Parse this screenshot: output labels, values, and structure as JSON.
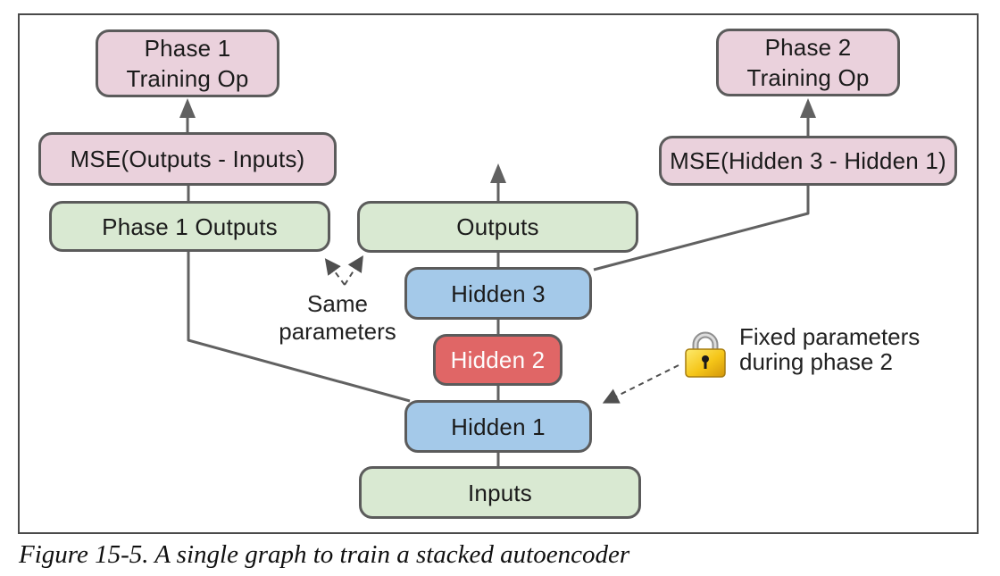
{
  "figure": {
    "caption": "Figure 15-5. A single graph to train a stacked autoencoder"
  },
  "colors": {
    "phase_pink": "#ead1dc",
    "io_green": "#d9e9d2",
    "hidden_blue": "#a4c9e9",
    "frozen_red": "#e06666",
    "line_gray": "#606060",
    "lock_gold": "#f5c518"
  },
  "boxes": {
    "phase1_training_op": {
      "line1": "Phase 1",
      "line2": "Training Op"
    },
    "mse_phase1": {
      "label": "MSE(Outputs - Inputs)"
    },
    "phase1_outputs": {
      "label": "Phase 1 Outputs"
    },
    "outputs": {
      "label": "Outputs"
    },
    "hidden3": {
      "label": "Hidden 3"
    },
    "hidden2": {
      "label": "Hidden 2"
    },
    "hidden1": {
      "label": "Hidden 1"
    },
    "inputs": {
      "label": "Inputs"
    },
    "phase2_training_op": {
      "line1": "Phase 2",
      "line2": "Training Op"
    },
    "mse_phase2": {
      "label": "MSE(Hidden 3 - Hidden 1)"
    }
  },
  "annotations": {
    "same_parameters": {
      "line1": "Same",
      "line2": "parameters"
    },
    "fixed_parameters": {
      "line1": "Fixed parameters",
      "line2": "during phase 2"
    }
  },
  "icons": {
    "lock": "lock-icon"
  }
}
